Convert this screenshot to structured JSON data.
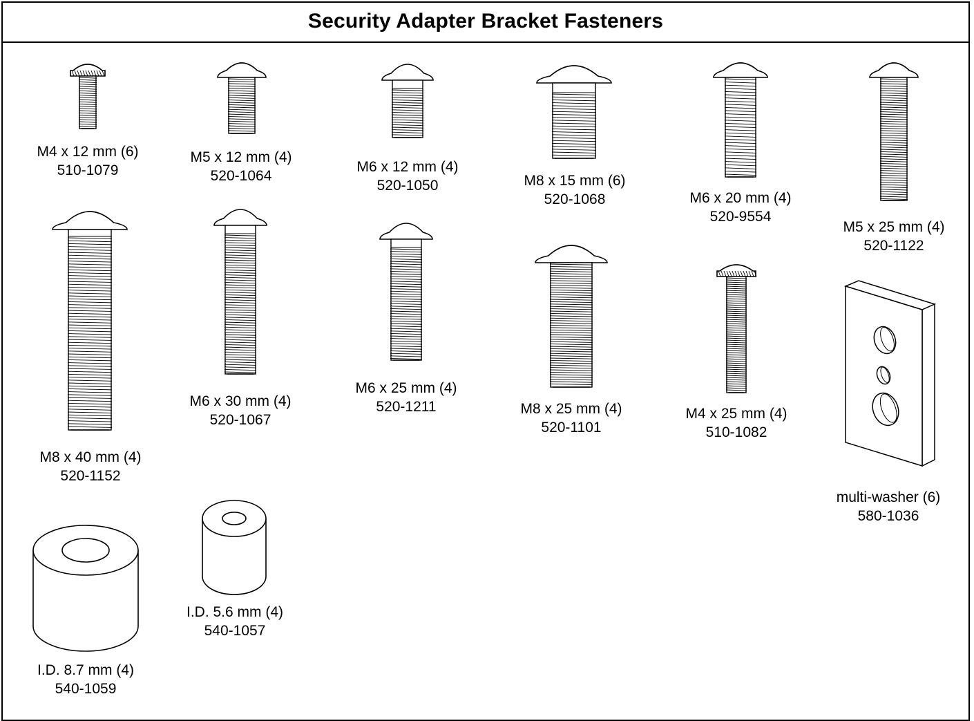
{
  "title": "Security Adapter Bracket Fasteners",
  "colors": {
    "line": "#000000",
    "background": "#ffffff"
  },
  "parts": [
    {
      "id": "m4x12",
      "kind": "screw",
      "head": "serrated",
      "size": "M4 x 12 mm (6)",
      "part_number": "510-1079"
    },
    {
      "id": "m5x12",
      "kind": "screw",
      "head": "button",
      "size": "M5 x 12 mm (4)",
      "part_number": "520-1064"
    },
    {
      "id": "m6x12",
      "kind": "screw",
      "head": "button",
      "size": "M6 x 12 mm (4)",
      "part_number": "520-1050"
    },
    {
      "id": "m8x15",
      "kind": "screw",
      "head": "button",
      "size": "M8 x 15 mm (6)",
      "part_number": "520-1068"
    },
    {
      "id": "m6x20",
      "kind": "screw",
      "head": "button",
      "size": "M6 x 20 mm (4)",
      "part_number": "520-9554"
    },
    {
      "id": "m5x25",
      "kind": "screw",
      "head": "button",
      "size": "M5 x 25 mm (4)",
      "part_number": "520-1122"
    },
    {
      "id": "m8x40",
      "kind": "screw",
      "head": "button",
      "size": "M8 x 40 mm (4)",
      "part_number": "520-1152"
    },
    {
      "id": "m6x30",
      "kind": "screw",
      "head": "button",
      "size": "M6 x 30 mm (4)",
      "part_number": "520-1067"
    },
    {
      "id": "m6x25",
      "kind": "screw",
      "head": "button",
      "size": "M6 x 25 mm (4)",
      "part_number": "520-1211"
    },
    {
      "id": "m8x25",
      "kind": "screw",
      "head": "button",
      "size": "M8 x 25 mm (4)",
      "part_number": "520-1101"
    },
    {
      "id": "m4x25",
      "kind": "screw",
      "head": "serrated",
      "size": "M4 x 25 mm (4)",
      "part_number": "510-1082"
    },
    {
      "id": "washer",
      "kind": "washer",
      "size": "multi-washer (6)",
      "part_number": "580-1036"
    },
    {
      "id": "sp87",
      "kind": "spacer",
      "size": "I.D. 8.7 mm (4)",
      "part_number": "540-1059"
    },
    {
      "id": "sp56",
      "kind": "spacer",
      "size": "I.D. 5.6 mm (4)",
      "part_number": "540-1057"
    }
  ]
}
